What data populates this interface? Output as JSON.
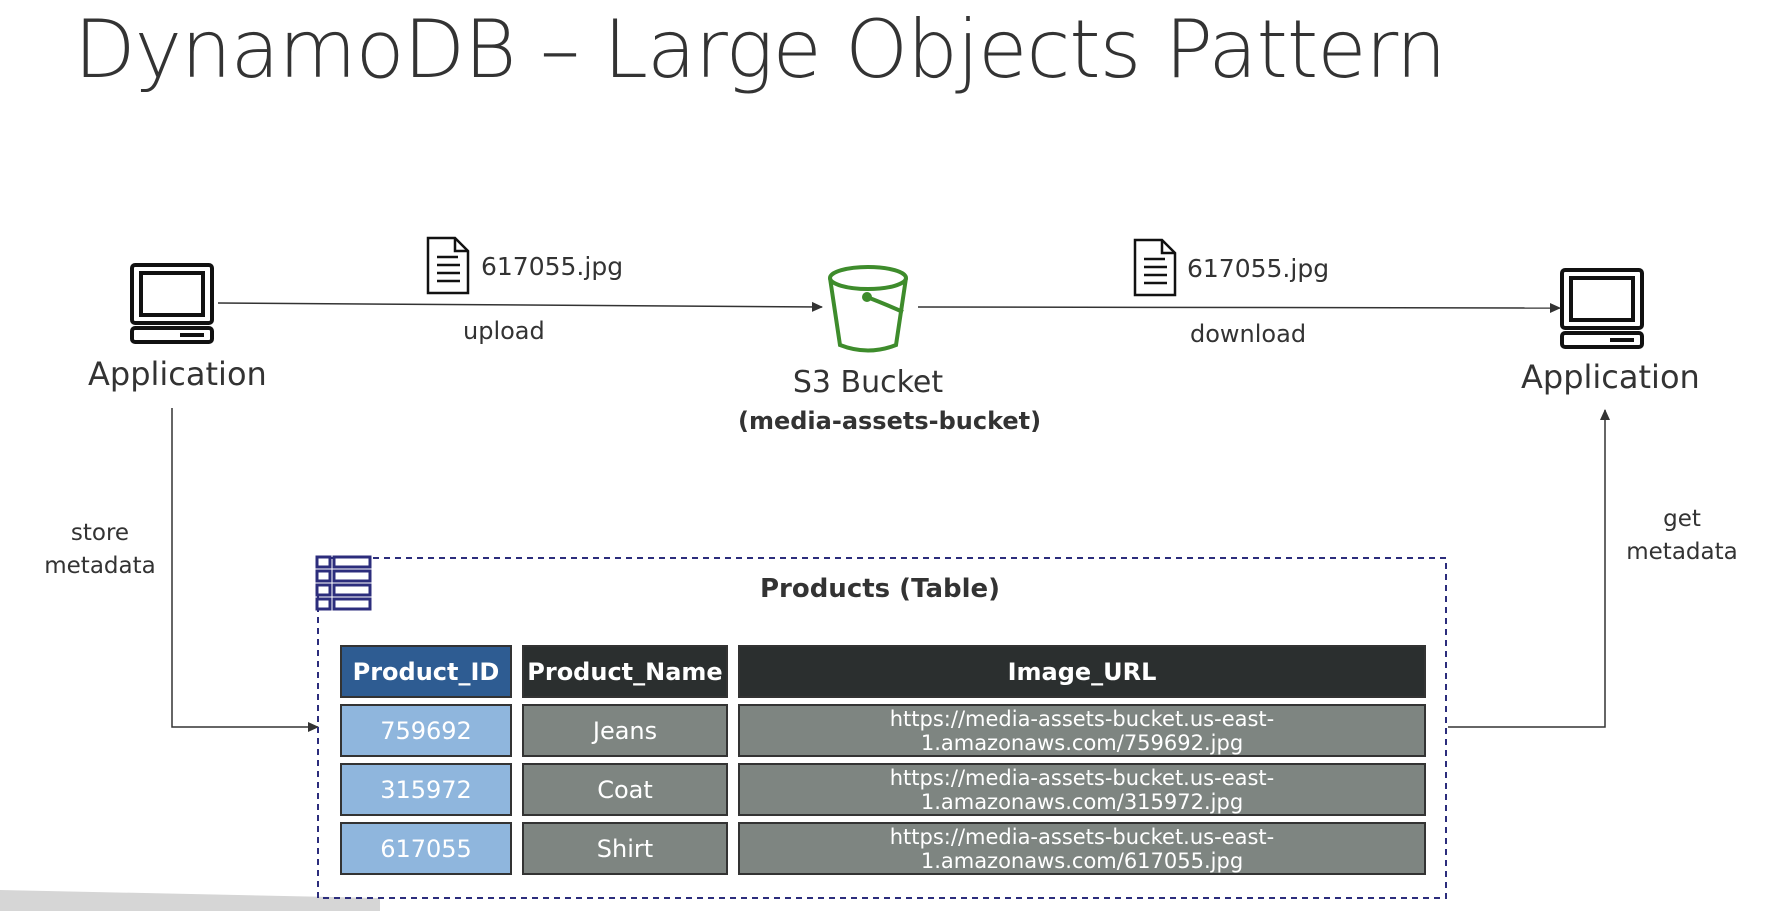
{
  "title": "DynamoDB – Large Objects Pattern",
  "nodes": {
    "app_left": "Application",
    "app_right": "Application",
    "bucket_name": "S3 Bucket",
    "bucket_sub": "(media-assets-bucket)",
    "file_upload": "617055.jpg",
    "file_download": "617055.jpg"
  },
  "edges": {
    "upload": "upload",
    "download": "download",
    "store_line1": "store",
    "store_line2": "metadata",
    "get_line1": "get",
    "get_line2": "metadata"
  },
  "table": {
    "caption": "Products (Table)",
    "headers": [
      "Product_ID",
      "Product_Name",
      "Image_URL"
    ],
    "rows": [
      [
        "759692",
        "Jeans",
        "https://media-assets-bucket.us-east-1.amazonaws.com/759692.jpg"
      ],
      [
        "315972",
        "Coat",
        "https://media-assets-bucket.us-east-1.amazonaws.com/315972.jpg"
      ],
      [
        "617055",
        "Shirt",
        "https://media-assets-bucket.us-east-1.amazonaws.com/617055.jpg"
      ]
    ]
  },
  "colors": {
    "header_id": "#2e5c92",
    "header_other": "#2b2f2f",
    "cell_id": "#8fb6dd",
    "cell_other": "#7e8581",
    "bucket": "#3e8c2c",
    "table_border": "#2c2d7c"
  },
  "icons": [
    "computer-icon",
    "document-icon",
    "s3-bucket-icon",
    "dynamodb-table-icon"
  ]
}
